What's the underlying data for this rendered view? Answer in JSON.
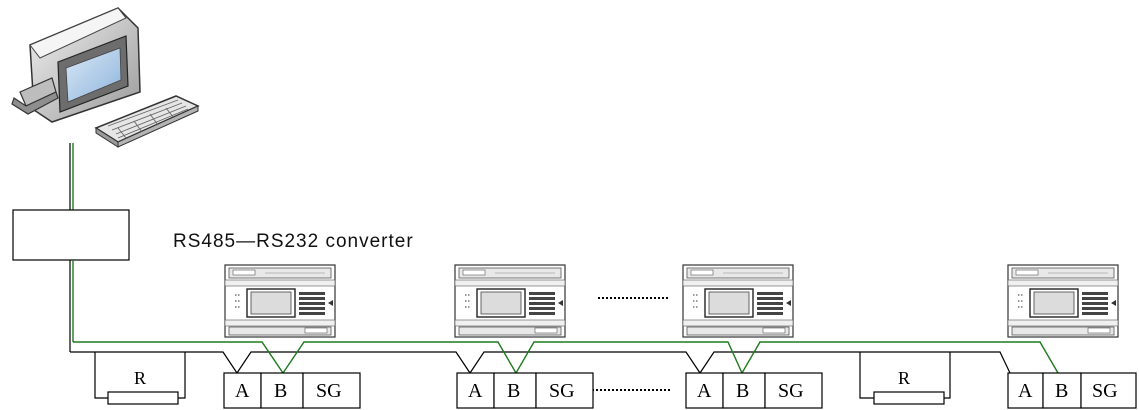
{
  "converter": {
    "label": "RS485—RS232 converter"
  },
  "resistors": [
    {
      "label": "R"
    },
    {
      "label": "R"
    }
  ],
  "terminal_blocks": [
    {
      "a": "A",
      "b": "B",
      "sg": "SG"
    },
    {
      "a": "A",
      "b": "B",
      "sg": "SG"
    },
    {
      "a": "A",
      "b": "B",
      "sg": "SG"
    },
    {
      "a": "A",
      "b": "B",
      "sg": "SG"
    }
  ],
  "colors": {
    "line_a": "#000000",
    "line_b": "#1f7a1f",
    "screen": "#a7c8e8"
  },
  "icons": {
    "computer": "desktop-computer-icon",
    "plc": "plc-module-icon"
  }
}
